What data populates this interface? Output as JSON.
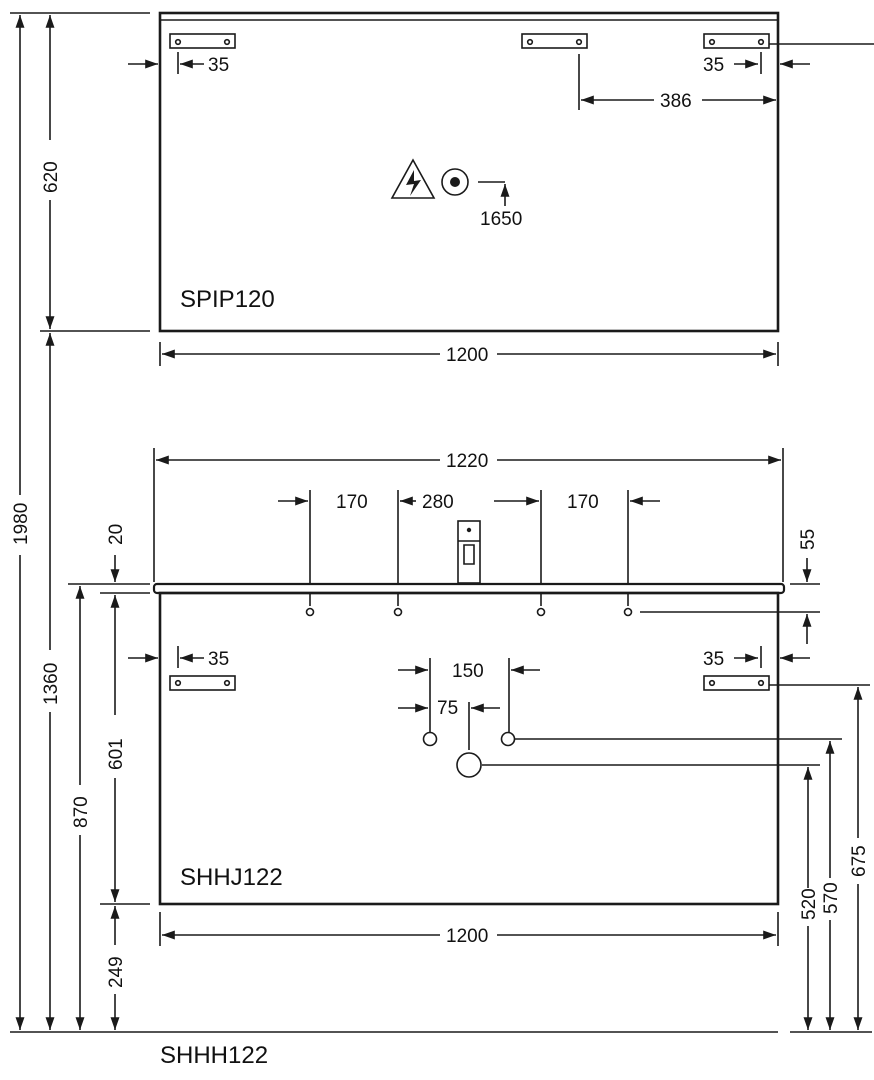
{
  "upper_unit": {
    "name": "SPIP120",
    "width": "1200",
    "height": "620",
    "edge_offset_left": "35",
    "edge_offset_right": "35",
    "bracket_spacing": "386",
    "socket_height": "1650"
  },
  "lower_unit": {
    "name": "SHHJ122",
    "width": "1200",
    "top_width": "1220",
    "spacing_left": "170",
    "spacing_center": "280",
    "spacing_right": "170",
    "top_thickness": "20",
    "hole_offset": "55",
    "edge_offset_left": "35",
    "edge_offset_right": "35",
    "drain_spacing": "150",
    "drain_offset": "75",
    "body_height": "601",
    "floor_clearance": "249",
    "total_height": "870",
    "height_520": "520",
    "height_570": "570",
    "height_675": "675"
  },
  "overall": {
    "total_height": "1980",
    "height_1360": "1360"
  },
  "floor_label": "SHHH122"
}
